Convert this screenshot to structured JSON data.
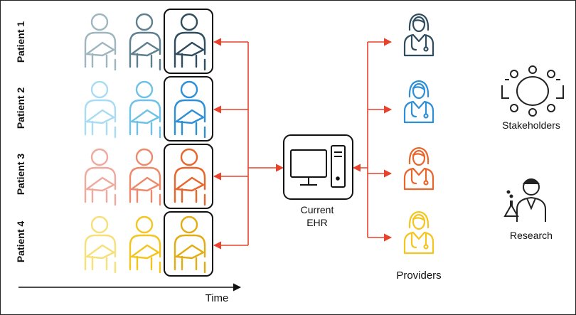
{
  "patients": [
    {
      "label": "Patient 1",
      "colors": [
        "#9fb6bf",
        "#5d7f8e",
        "#2f4d5e"
      ]
    },
    {
      "label": "Patient 2",
      "colors": [
        "#a9dcf2",
        "#6fc1e6",
        "#2f8fd6"
      ]
    },
    {
      "label": "Patient 3",
      "colors": [
        "#f1a99d",
        "#ee8a6c",
        "#e8652c"
      ]
    },
    {
      "label": "Patient 4",
      "colors": [
        "#f7e07a",
        "#f4c51f",
        "#e2ad12"
      ]
    }
  ],
  "time_label": "Time",
  "ehr": {
    "line1": "Current",
    "line2": "EHR"
  },
  "providers": {
    "label": "Providers",
    "colors": [
      "#2f4d5e",
      "#2f8fd6",
      "#e8652c",
      "#f4c51f"
    ]
  },
  "stakeholders_label": "Stakeholders",
  "research_label": "Research",
  "arrow_color": "#e8412c",
  "icon_dark": "#222222"
}
